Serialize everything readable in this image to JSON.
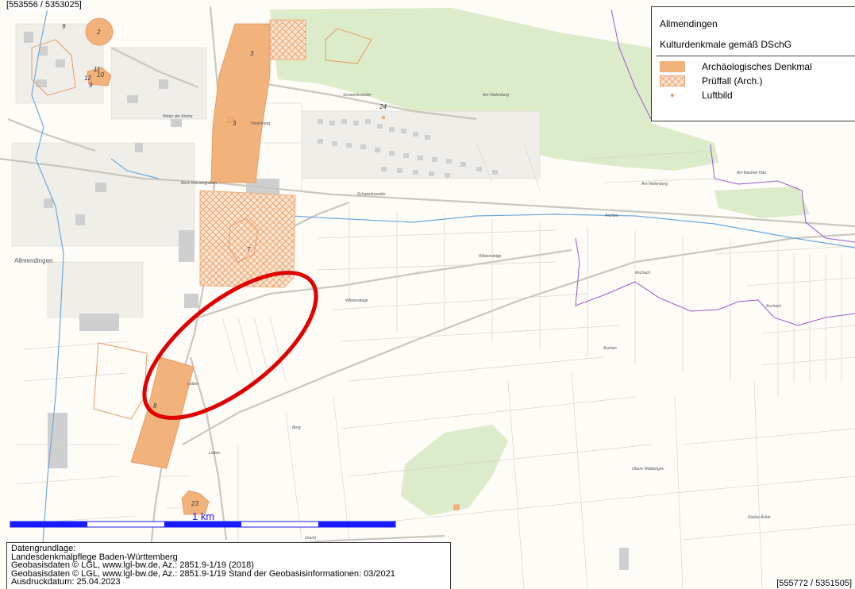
{
  "coords": {
    "top_left": "[553556 / 5353025]",
    "bottom_right": "[555772 / 5351505]"
  },
  "legend": {
    "place": "Allmendingen",
    "subtitle": "Kulturdenkmale gemäß DSchG",
    "items": [
      {
        "label": "Archäologisches Denkmal",
        "symbol": "solid-orange-square",
        "color": "#f2b27c"
      },
      {
        "label": "Prüffall (Arch.)",
        "symbol": "crosshatch-square",
        "color": "#f2b27c"
      },
      {
        "label": "Luftbild",
        "symbol": "orange-dot",
        "color": "#f2a36b"
      }
    ]
  },
  "scale_bar": {
    "label": "1 km"
  },
  "credits": [
    "Datengrundlage:",
    "Landesdenkmalpflege Baden-Württemberg",
    "Geobasisdaten © LGL, www.lgl-bw.de, Az.: 2851.9-1/19 (2018)",
    "Geobasisdaten © LGL, www.lgl-bw.de, Az.: 2851.9-1/19 Stand der Geobasisinformationen: 03/2021",
    "Ausdruckdatum: 25.04.2023"
  ],
  "place_labels": {
    "allmendingen": "Allmendingen",
    "hinter_der_kirche": "Hinter der Kirche",
    "heilenberg_1": "Heilenberg",
    "beim_wassergraben": "Beim Wassergraben",
    "schwenksweiler_1": "Schwenksweiler",
    "schwenksweiler_2": "Schwenksweiler",
    "am_heilenberg_1": "Am Heilenberg",
    "am_heilenberg_2": "Am Heilenberg",
    "am_rauhen_hau": "Am Rauhen Hau",
    "aschen_1": "Aschen",
    "aschen_2": "Aschen",
    "aschach_1": "Aschach",
    "aschach_2": "Aschach",
    "witzensteige_1": "Witzensteige",
    "witzensteige_2": "Witzensteige",
    "letten_1": "Letten",
    "letten_2": "Letten",
    "berg": "Berg",
    "obere_waldungen": "Obere Waldungen",
    "rauhe_aecker": "Rauhe Äcker",
    "grund": "Grund"
  },
  "monuments": {
    "m2": "2",
    "m3a": "3",
    "m3b": "3",
    "m7": "7",
    "m8": "8",
    "m9a": "9",
    "m9b": "9",
    "m10": "10",
    "m11": "11",
    "m12": "12",
    "m23": "23",
    "m24": "24"
  },
  "colors": {
    "forest": "#dcebc9",
    "monument_fill": "#f2b27c",
    "monument_stroke": "#e8925a",
    "annotation_ellipse": "#e00000",
    "scale_bar": "#1a1aff",
    "boundary": "#9b59d0",
    "water": "#6fa8dc"
  }
}
